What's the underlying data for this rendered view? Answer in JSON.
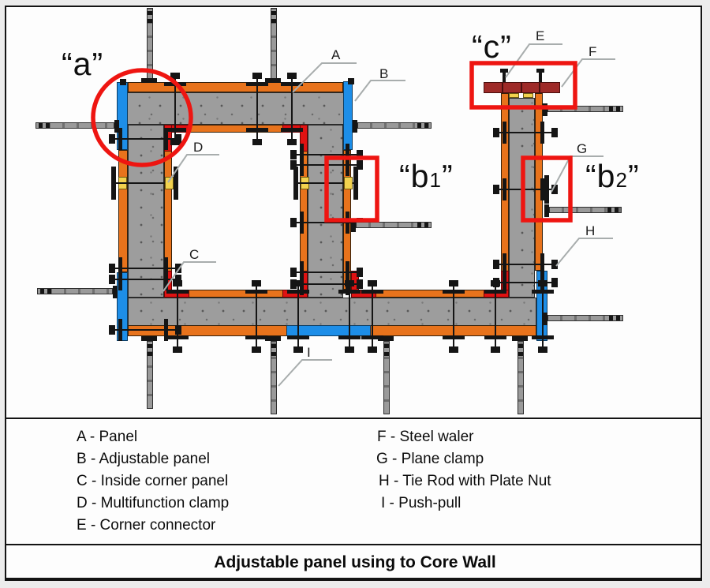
{
  "title": "Adjustable panel using to Core Wall",
  "colors": {
    "concrete": "#9d9d9d",
    "panel_orange": "#e8731c",
    "adjustable_blue": "#1d8ee8",
    "corner_red": "#e01212",
    "clamp_yellow": "#f2d24e",
    "waler_maroon": "#9e2a28",
    "hardware_black": "#151515",
    "annotation_red": "#ee1511",
    "leader_gray": "#a8adad"
  },
  "diagram": {
    "callouts": [
      "A",
      "B",
      "C",
      "D",
      "E",
      "F",
      "G",
      "H",
      "I"
    ],
    "annotations": [
      {
        "id": "a",
        "open": "“",
        "text": "a",
        "sub": "",
        "close": "”"
      },
      {
        "id": "b1",
        "open": "“",
        "text": "b",
        "sub": "1",
        "close": "”"
      },
      {
        "id": "b2",
        "open": "“",
        "text": "b",
        "sub": "2",
        "close": "”"
      },
      {
        "id": "c",
        "open": "“",
        "text": "c",
        "sub": "",
        "close": "”"
      }
    ]
  },
  "legend": {
    "left": [
      {
        "label": "A - Panel"
      },
      {
        "label": "B - Adjustable panel"
      },
      {
        "label": "C - Inside corner panel"
      },
      {
        "label": "D - Multifunction clamp"
      },
      {
        "label": "E - Corner connector"
      }
    ],
    "right": [
      {
        "label": "F - Steel waler"
      },
      {
        "label": "G - Plane clamp"
      },
      {
        "label": "H - Tie Rod with Plate Nut"
      },
      {
        "label": "I - Push-pull"
      }
    ]
  }
}
